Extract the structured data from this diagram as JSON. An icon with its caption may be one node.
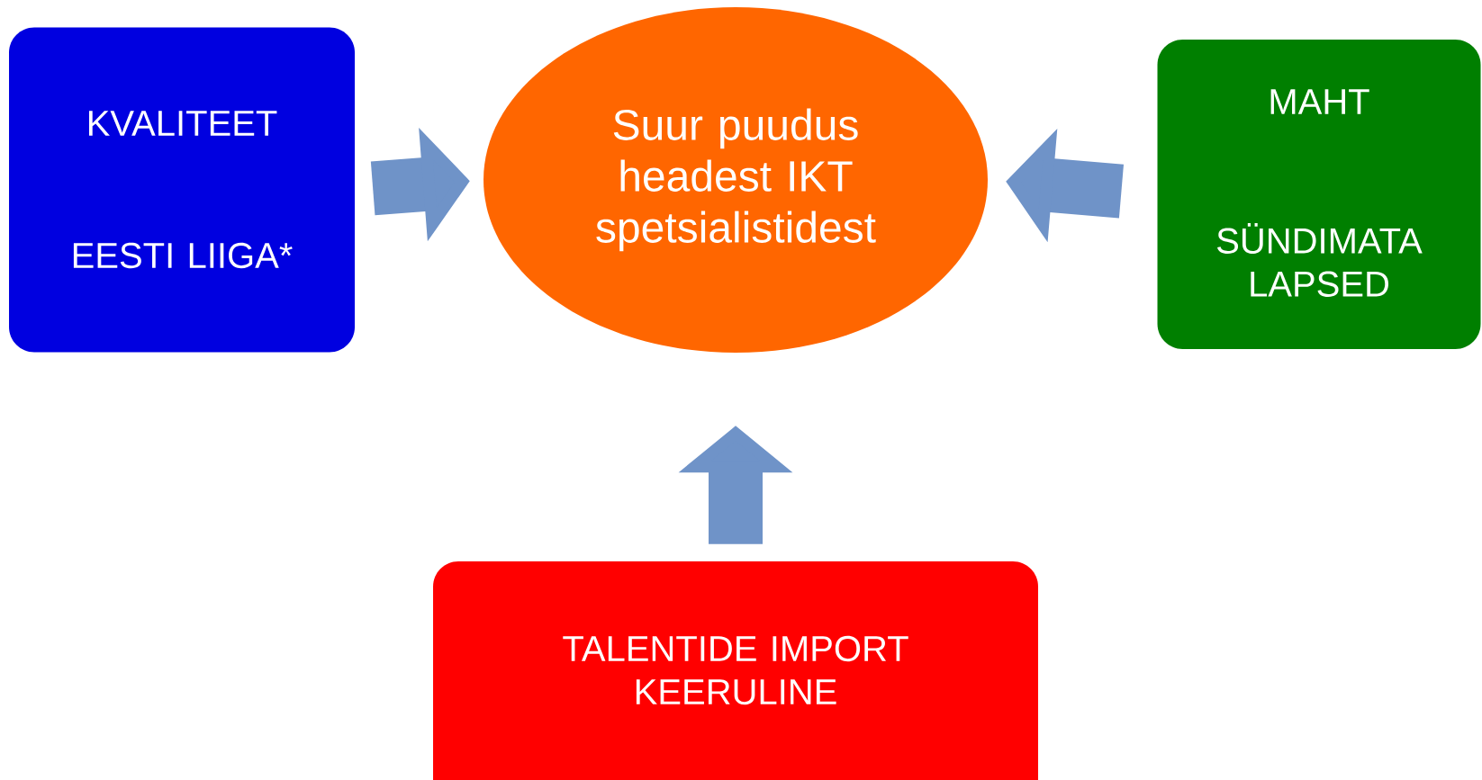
{
  "diagram": {
    "nodes": [
      {
        "text": [
          "KVALITEET",
          "EESTI LIIGA*"
        ]
      },
      {
        "text": [
          "Suur puudus headest IKT spetsialistidest"
        ]
      },
      {
        "text": [
          "MAHT",
          "SÜNDIMATA LAPSED"
        ]
      },
      {
        "text": [
          "TALENTIDE IMPORT KEERULINE"
        ]
      }
    ],
    "edges": [
      {
        "from": 0,
        "to": 1,
        "arrow": "to"
      },
      {
        "from": 2,
        "to": 1,
        "arrow": "to"
      },
      {
        "from": 3,
        "to": 1,
        "arrow": "to"
      }
    ]
  }
}
